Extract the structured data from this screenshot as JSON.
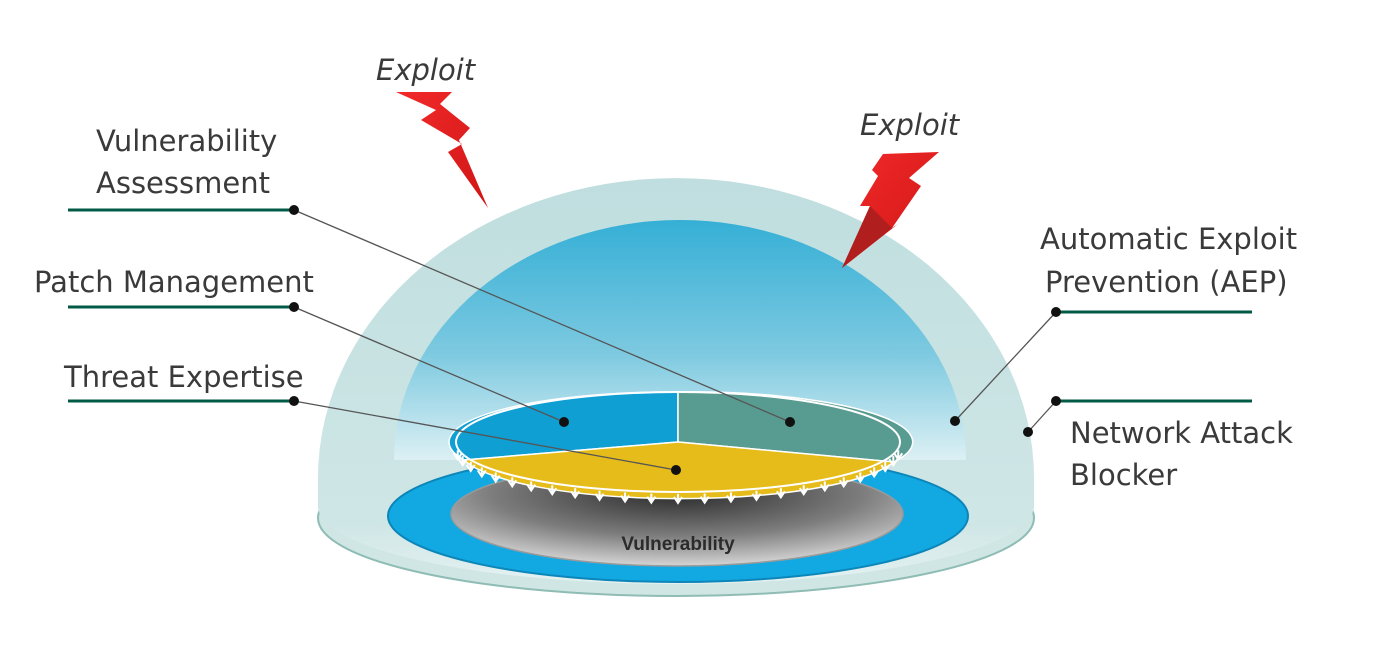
{
  "exploits": [
    {
      "label": "Exploit"
    },
    {
      "label": "Exploit"
    }
  ],
  "labels": {
    "vulnerability_assessment": [
      "Vulnerability",
      "Assessment"
    ],
    "patch_management": [
      "Patch Management"
    ],
    "threat_expertise": [
      "Threat Expertise"
    ],
    "automatic_exploit_prevention": [
      "Automatic Exploit",
      "Prevention (AEP)"
    ],
    "network_attack_blocker": [
      "Network Attack",
      "Blocker"
    ]
  },
  "core": {
    "label": "Vulnerability"
  },
  "colors": {
    "outer_dome": "#c4e0e0",
    "inner_dome_top": "#3bb3d8",
    "inner_dome_bottom": "#d2ecf1",
    "blue_ring": "#13a9e3",
    "pie_blue": "#0f9fd3",
    "pie_teal": "#589b91",
    "pie_yellow": "#e6bc1a",
    "leader_line": "#005a46",
    "exploit_bolt": "#ee2024"
  }
}
